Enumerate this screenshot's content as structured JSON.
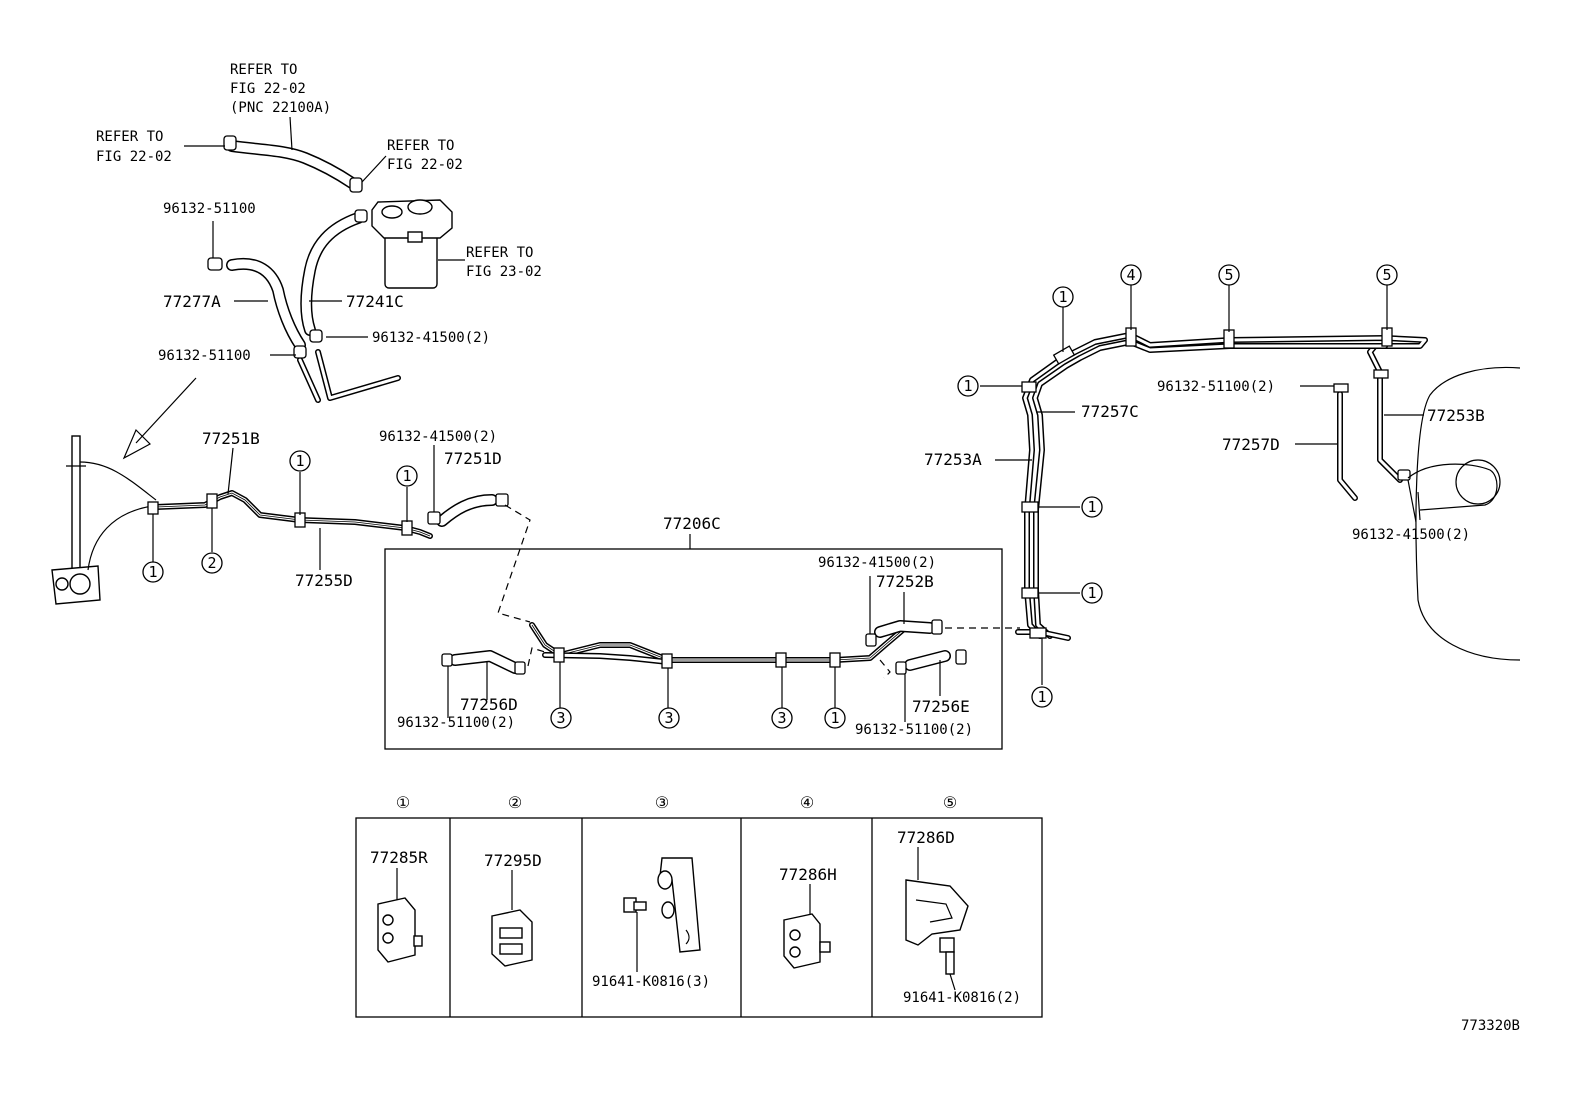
{
  "labels": {
    "refer_fig_22_02_pnc": [
      "REFER TO",
      "FIG 22-02",
      "(PNC 22100A)"
    ],
    "refer_fig_22_02_left": [
      "REFER TO",
      "FIG 22-02"
    ],
    "refer_fig_22_02_right": [
      "REFER TO",
      "FIG 22-02"
    ],
    "refer_fig_23_02": [
      "REFER TO",
      "FIG 23-02"
    ]
  },
  "part_numbers": {
    "p96132_51100_a": "96132-51100",
    "p77277A": "77277A",
    "p77241C": "77241C",
    "p96132_41500_2_a": "96132-41500(2)",
    "p96132_51100_b": "96132-51100",
    "p77251B": "77251B",
    "p96132_41500_2_b": "96132-41500(2)",
    "p77251D": "77251D",
    "p77255D": "77255D",
    "p77206C": "77206C",
    "p96132_41500_2_c": "96132-41500(2)",
    "p77252B": "77252B",
    "p77256D": "77256D",
    "p96132_51100_2_a": "96132-51100(2)",
    "p77256E": "77256E",
    "p96132_51100_2_b": "96132-51100(2)",
    "p77257C": "77257C",
    "p77253A": "77253A",
    "p96132_51100_2_c": "96132-51100(2)",
    "p77253B": "77253B",
    "p77257D": "77257D",
    "p96132_41500_2_d": "96132-41500(2)"
  },
  "legend": {
    "headers": [
      "①",
      "②",
      "③",
      "④",
      "⑤"
    ],
    "cells": [
      {
        "part": "77285R",
        "extra": ""
      },
      {
        "part": "77295D",
        "extra": ""
      },
      {
        "part": "",
        "extra": "91641-K0816(3)"
      },
      {
        "part": "77286H",
        "extra": ""
      },
      {
        "part": "77286D",
        "extra": "91641-K0816(2)"
      }
    ]
  },
  "clip_refs": {
    "c1": "1",
    "c2": "2",
    "c3": "3",
    "c4": "4",
    "c5": "5"
  },
  "figure_id": "773320B"
}
